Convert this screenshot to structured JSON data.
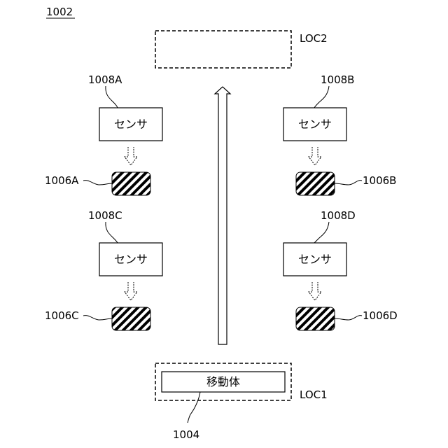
{
  "figure_ref": "1002",
  "destination_label": "LOC2",
  "origin_label": "LOC1",
  "moving_body": {
    "text": "移動体",
    "ref": "1004"
  },
  "sensors": [
    {
      "id": "A",
      "ref": "1008A",
      "text": "センサ",
      "marker_ref": "1006A"
    },
    {
      "id": "B",
      "ref": "1008B",
      "text": "センサ",
      "marker_ref": "1006B"
    },
    {
      "id": "C",
      "ref": "1008C",
      "text": "センサ",
      "marker_ref": "1006C"
    },
    {
      "id": "D",
      "ref": "1008D",
      "text": "センサ",
      "marker_ref": "1006D"
    }
  ]
}
